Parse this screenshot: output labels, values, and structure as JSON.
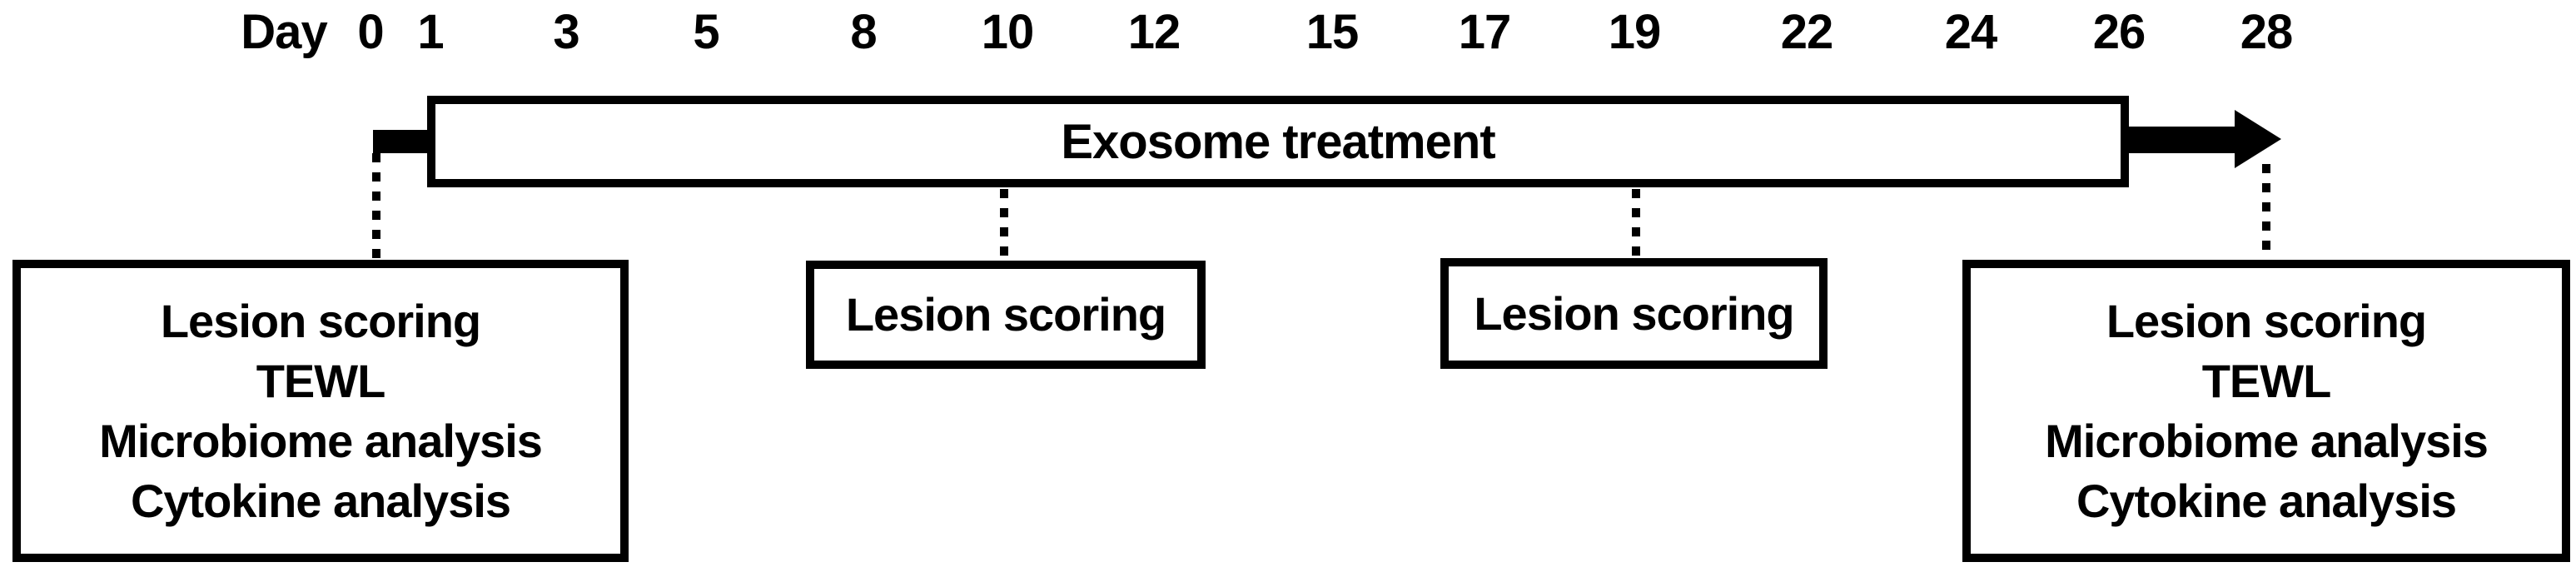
{
  "timeline": {
    "axis_label": "Day",
    "day_ticks": [
      "0",
      "1",
      "3",
      "5",
      "8",
      "10",
      "12",
      "15",
      "17",
      "19",
      "22",
      "24",
      "26",
      "28"
    ],
    "bar_label": "Exosome treatment",
    "colors": {
      "ink": "#000000",
      "background": "#ffffff"
    }
  },
  "assessments": {
    "day0": {
      "lines": [
        "Lesion scoring",
        "TEWL",
        "Microbiome analysis",
        "Cytokine analysis"
      ]
    },
    "day10": {
      "lines": [
        "Lesion scoring"
      ]
    },
    "day19": {
      "lines": [
        "Lesion scoring"
      ]
    },
    "day28": {
      "lines": [
        "Lesion scoring",
        "TEWL",
        "Microbiome analysis",
        "Cytokine analysis"
      ]
    }
  }
}
